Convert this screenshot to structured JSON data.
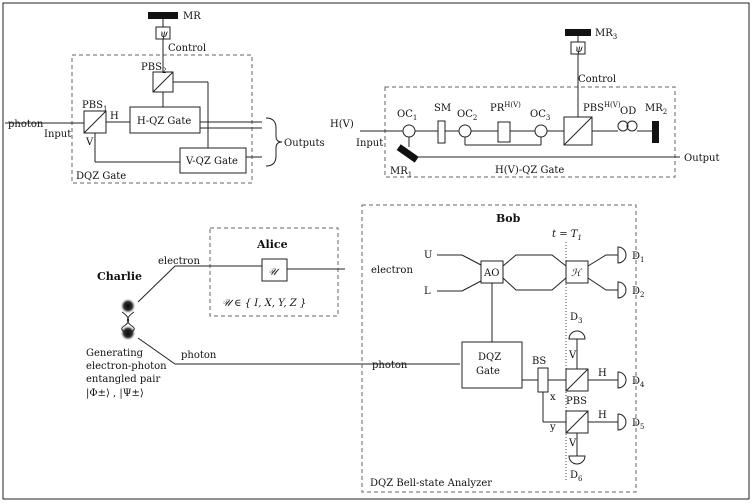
{
  "dqz": {
    "mr": "MR",
    "psi": "ψ",
    "control": "Control",
    "pbs2_main": "PBS",
    "pbs2_sub": "2",
    "pbs1_main": "PBS",
    "pbs1_sub": "1",
    "photon": "photon",
    "input": "Input",
    "h": "H",
    "v": "V",
    "hqz": "H-QZ Gate",
    "vqz": "V-QZ Gate",
    "outputs": "Outputs",
    "label": "DQZ Gate"
  },
  "hv": {
    "mr3_main": "MR",
    "mr3_sub": "3",
    "psi": "ψ",
    "control": "Control",
    "hv_in": "H(V)",
    "input": "Input",
    "oc1_main": "OC",
    "oc1_sub": "1",
    "sm": "SM",
    "oc2_main": "OC",
    "oc2_sub": "2",
    "pr_main": "PR",
    "pr_sup": "H(V)",
    "oc3_main": "OC",
    "oc3_sub": "3",
    "pbs_main": "PBS",
    "pbs_sup": "H(V)",
    "od": "OD",
    "mr2_main": "MR",
    "mr2_sub": "2",
    "mr1_main": "MR",
    "mr1_sub": "1",
    "output": "Output",
    "label": "H(V)-QZ Gate"
  },
  "alice": {
    "title": "Alice",
    "u": "𝒰",
    "set": "𝒰 ∈ { I, X, Y, Z }"
  },
  "charlie": {
    "title": "Charlie",
    "electron": "electron",
    "photon": "photon",
    "line1": "Generating",
    "line2": "electron-photon",
    "line3": "entangled pair",
    "line4": "|Φ±⟩ , |Ψ±⟩"
  },
  "bob": {
    "title": "Bob",
    "time": "t = T",
    "time_sub": "1",
    "u": "U",
    "l": "L",
    "ao": "AO",
    "h_gate": "ℋ",
    "electron": "electron",
    "photon": "photon",
    "dqz1": "DQZ",
    "dqz2": "Gate",
    "bs": "BS",
    "x": "x",
    "y": "y",
    "v": "V",
    "h": "H",
    "pbs": "PBS",
    "d": "D",
    "d1": "1",
    "d2": "2",
    "d3": "3",
    "d4": "4",
    "d5": "5",
    "d6": "6",
    "label": "DQZ Bell-state Analyzer"
  }
}
